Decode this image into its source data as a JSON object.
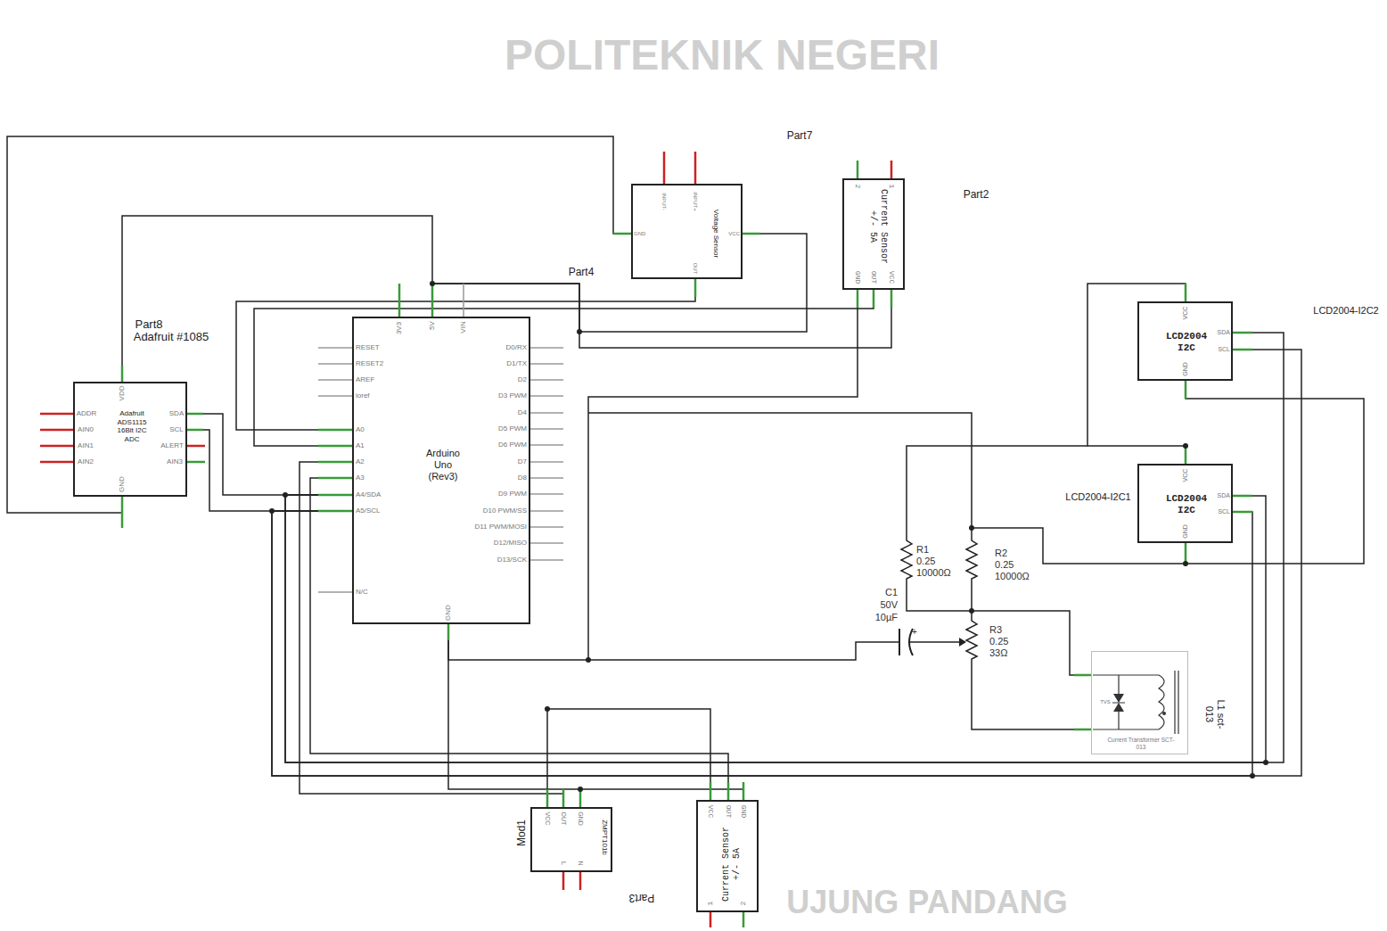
{
  "diagram": {
    "nodes": [
      {
        "text": [
          "Part8",
          "Adafruit #1085",
          "Adafruit ADS1115 16Bit I2C ADC"
        ]
      },
      {
        "text": [
          "Part4",
          "Arduino Uno (Rev3)"
        ]
      },
      {
        "text": [
          "Part7",
          "Voltage Sensor"
        ]
      },
      {
        "text": [
          "Part2",
          "Current Sensor +/- 5A"
        ]
      },
      {
        "text": [
          "LCD2004-I2C2",
          "LCD2004 I2C"
        ]
      },
      {
        "text": [
          "LCD2004-I2C1",
          "LCD2004 I2C"
        ]
      },
      {
        "text": [
          "L1 sct-013",
          "Current Transformer SCT-013"
        ]
      },
      {
        "text": [
          "Mod1",
          "ZMPT101b"
        ]
      },
      {
        "text": [
          "Part3",
          "Current Sensor +/- 5A"
        ]
      }
    ],
    "edges": [
      {
        "from": 0,
        "to": 1,
        "arrow": "none"
      },
      {
        "from": 0,
        "to": 1,
        "arrow": "none"
      },
      {
        "from": 0,
        "to": 1,
        "arrow": "none"
      },
      {
        "from": 0,
        "to": 2,
        "arrow": "none"
      },
      {
        "from": 1,
        "to": 2,
        "arrow": "none"
      },
      {
        "from": 2,
        "to": 1,
        "arrow": "none"
      },
      {
        "from": 3,
        "to": 1,
        "arrow": "none"
      },
      {
        "from": 3,
        "to": 1,
        "arrow": "none"
      },
      {
        "from": 3,
        "to": 1,
        "arrow": "none"
      },
      {
        "from": 4,
        "to": 1,
        "arrow": "none"
      },
      {
        "from": 5,
        "to": 1,
        "arrow": "none"
      },
      {
        "from": 4,
        "to": 1,
        "arrow": "none"
      },
      {
        "from": 5,
        "to": 1,
        "arrow": "none"
      },
      {
        "from": 4,
        "to": 5,
        "arrow": "none"
      },
      {
        "from": 4,
        "to": 5,
        "arrow": "none"
      },
      {
        "from": 7,
        "to": 1,
        "arrow": "none"
      },
      {
        "from": 8,
        "to": 1,
        "arrow": "none"
      },
      {
        "from": 8,
        "to": 7,
        "arrow": "none"
      },
      {
        "from": 7,
        "to": 1,
        "arrow": "none"
      },
      {
        "from": 8,
        "to": 7,
        "arrow": "none"
      }
    ],
    "labels": [
      "ADDR",
      "AIN0",
      "AIN1",
      "AIN2",
      "SDA",
      "SCL",
      "ALERT",
      "AIN3",
      "VDD",
      "GND",
      "RESET",
      "RESET2",
      "AREF",
      "ioref",
      "A0",
      "A1",
      "A2",
      "A3",
      "A4/SDA",
      "A5/SCL",
      "N/C",
      "D0/RX",
      "D1/TX",
      "D2",
      "D3 PWM",
      "D4",
      "D5 PWM",
      "D6 PWM",
      "D7",
      "D8",
      "D9 PWM",
      "D10 PWM/SS",
      "D11 PWM/MOSI",
      "D12/MISO",
      "D13/SCK",
      "3V3",
      "5V",
      "VIN",
      "GND",
      "INPUT-",
      "INPUT+",
      "GND",
      "VCC",
      "OUT",
      "2",
      "1",
      "GND",
      "OUT",
      "VCC",
      "VCC",
      "SDA",
      "SCL",
      "GND",
      "VCC",
      "SDA",
      "SCL",
      "GND",
      "VCC",
      "OUT",
      "GND",
      "L",
      "N",
      "VCC",
      "OUT",
      "GND",
      "1",
      "2",
      "R1",
      "0.25",
      "10000Ω",
      "R2",
      "0.25",
      "10000Ω",
      "C1",
      "50V",
      "10µF",
      "+",
      "R3",
      "0.25",
      "33Ω",
      "TVS",
      "POLITEKNIK NEGERI",
      "UJUNG PANDANG"
    ]
  }
}
